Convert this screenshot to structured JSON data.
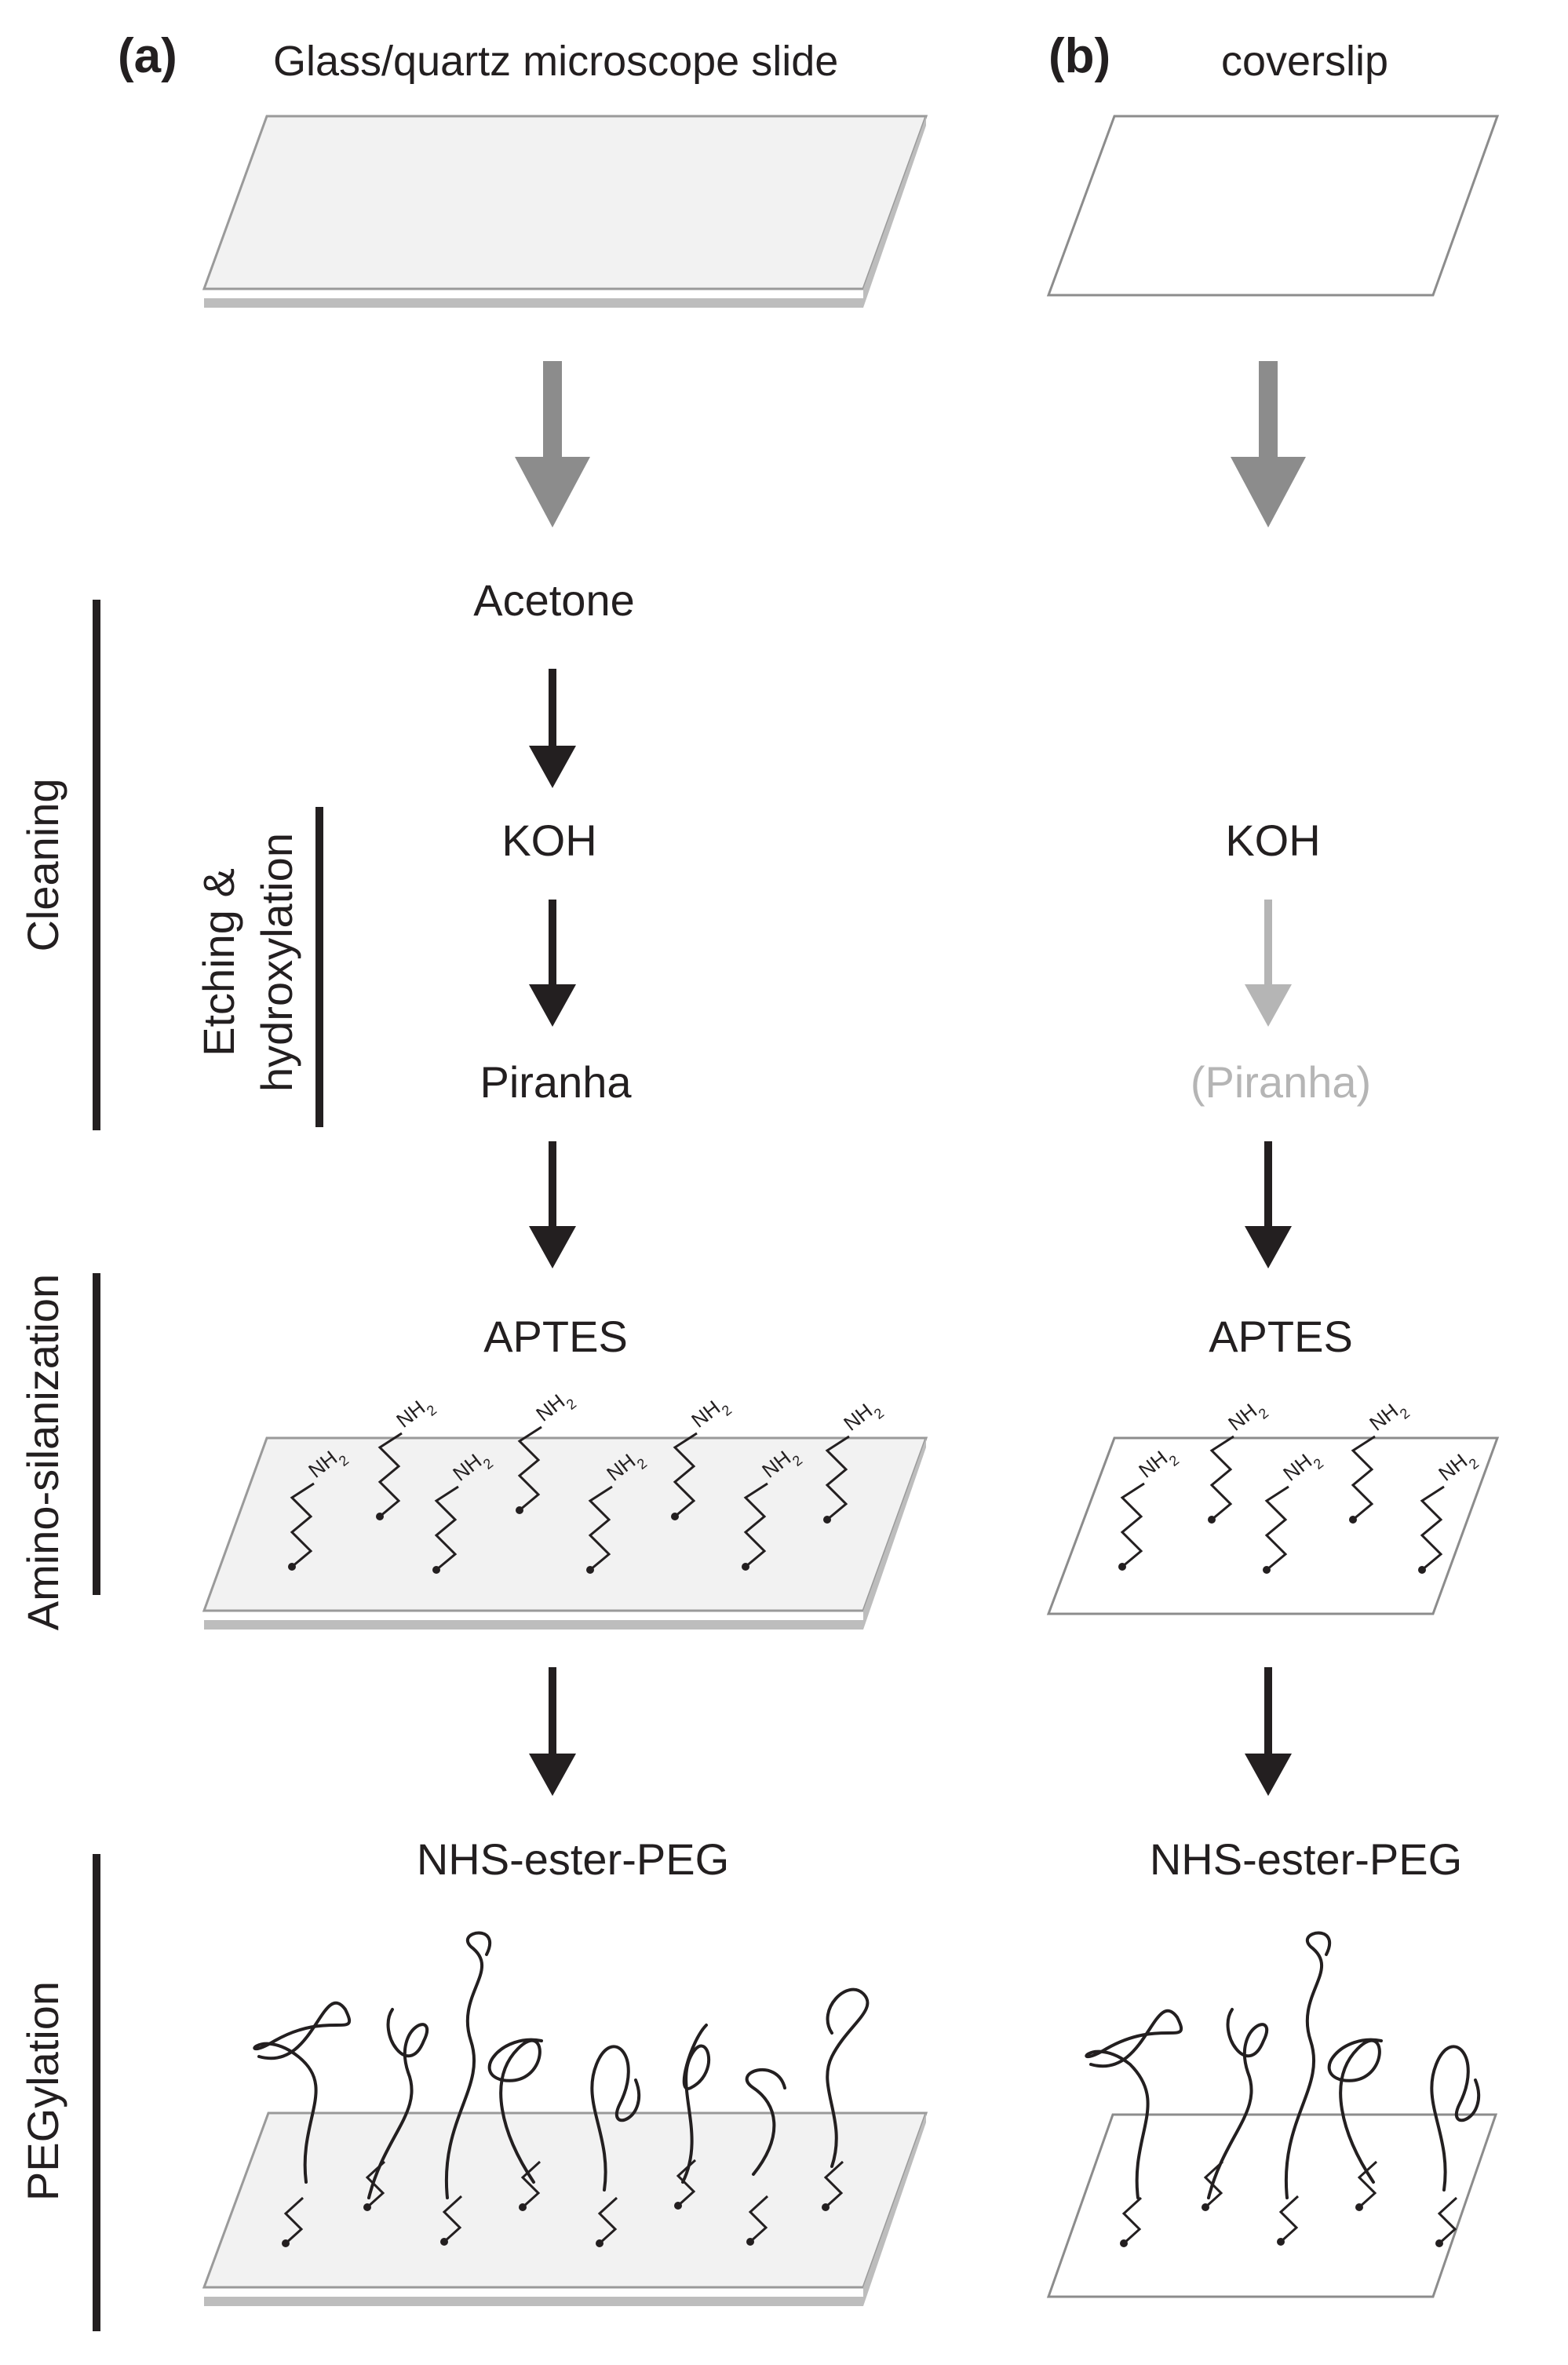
{
  "panel_a": {
    "id_label": "(a)",
    "title": "Glass/quartz microscope slide",
    "steps": {
      "acetone": "Acetone",
      "koh": "KOH",
      "piranha": "Piranha",
      "aptes": "APTES",
      "nhs": "NHS-ester-PEG"
    }
  },
  "panel_b": {
    "id_label": "(b)",
    "title": "coverslip",
    "steps": {
      "koh": "KOH",
      "piranha": "(Piranha)",
      "aptes": "APTES",
      "nhs": "NHS-ester-PEG"
    }
  },
  "stages": {
    "cleaning": "Cleaning",
    "etching_line1": "Etching &",
    "etching_line2": "hydroxylation",
    "amino": "Amino-silanization",
    "peg": "PEGylation"
  },
  "chemistry": {
    "amine_main": "NH",
    "amine_sub": "2"
  },
  "colors": {
    "ink": "#231f20",
    "slide_fill": "#f2f2f2",
    "slide_edge": "#bdbdbd",
    "first_arrow": "#8c8c8c",
    "optional_step": "#b5b5b5"
  }
}
